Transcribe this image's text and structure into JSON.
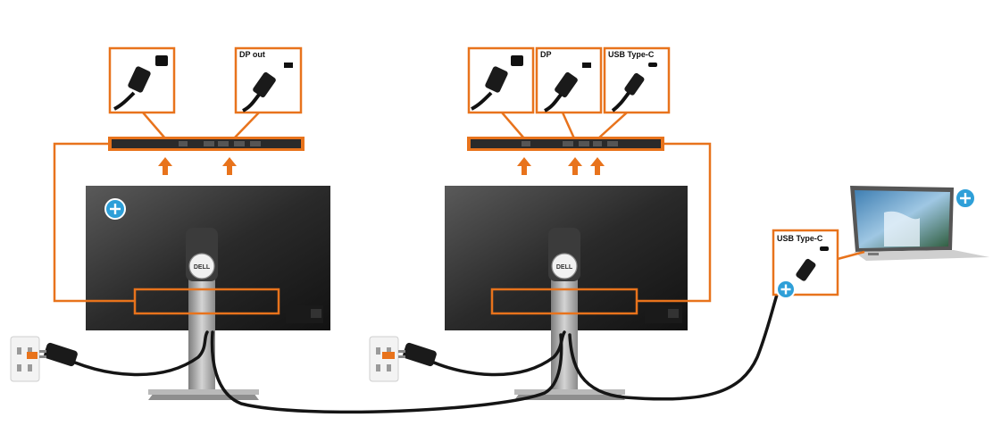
{
  "callouts": {
    "left_dp_out": "DP out",
    "right_dp": "DP",
    "right_usbc": "USB Type-C",
    "laptop_usbc": "USB Type-C"
  },
  "brand": {
    "left_logo": "DELL",
    "right_logo": "DELL"
  },
  "colors": {
    "accent_orange": "#e8731c",
    "plus_blue": "#2e9fd8"
  },
  "icons": [
    "plus-icon",
    "power-plug-icon",
    "displayport-icon",
    "usb-c-icon",
    "wall-outlet-icon"
  ]
}
